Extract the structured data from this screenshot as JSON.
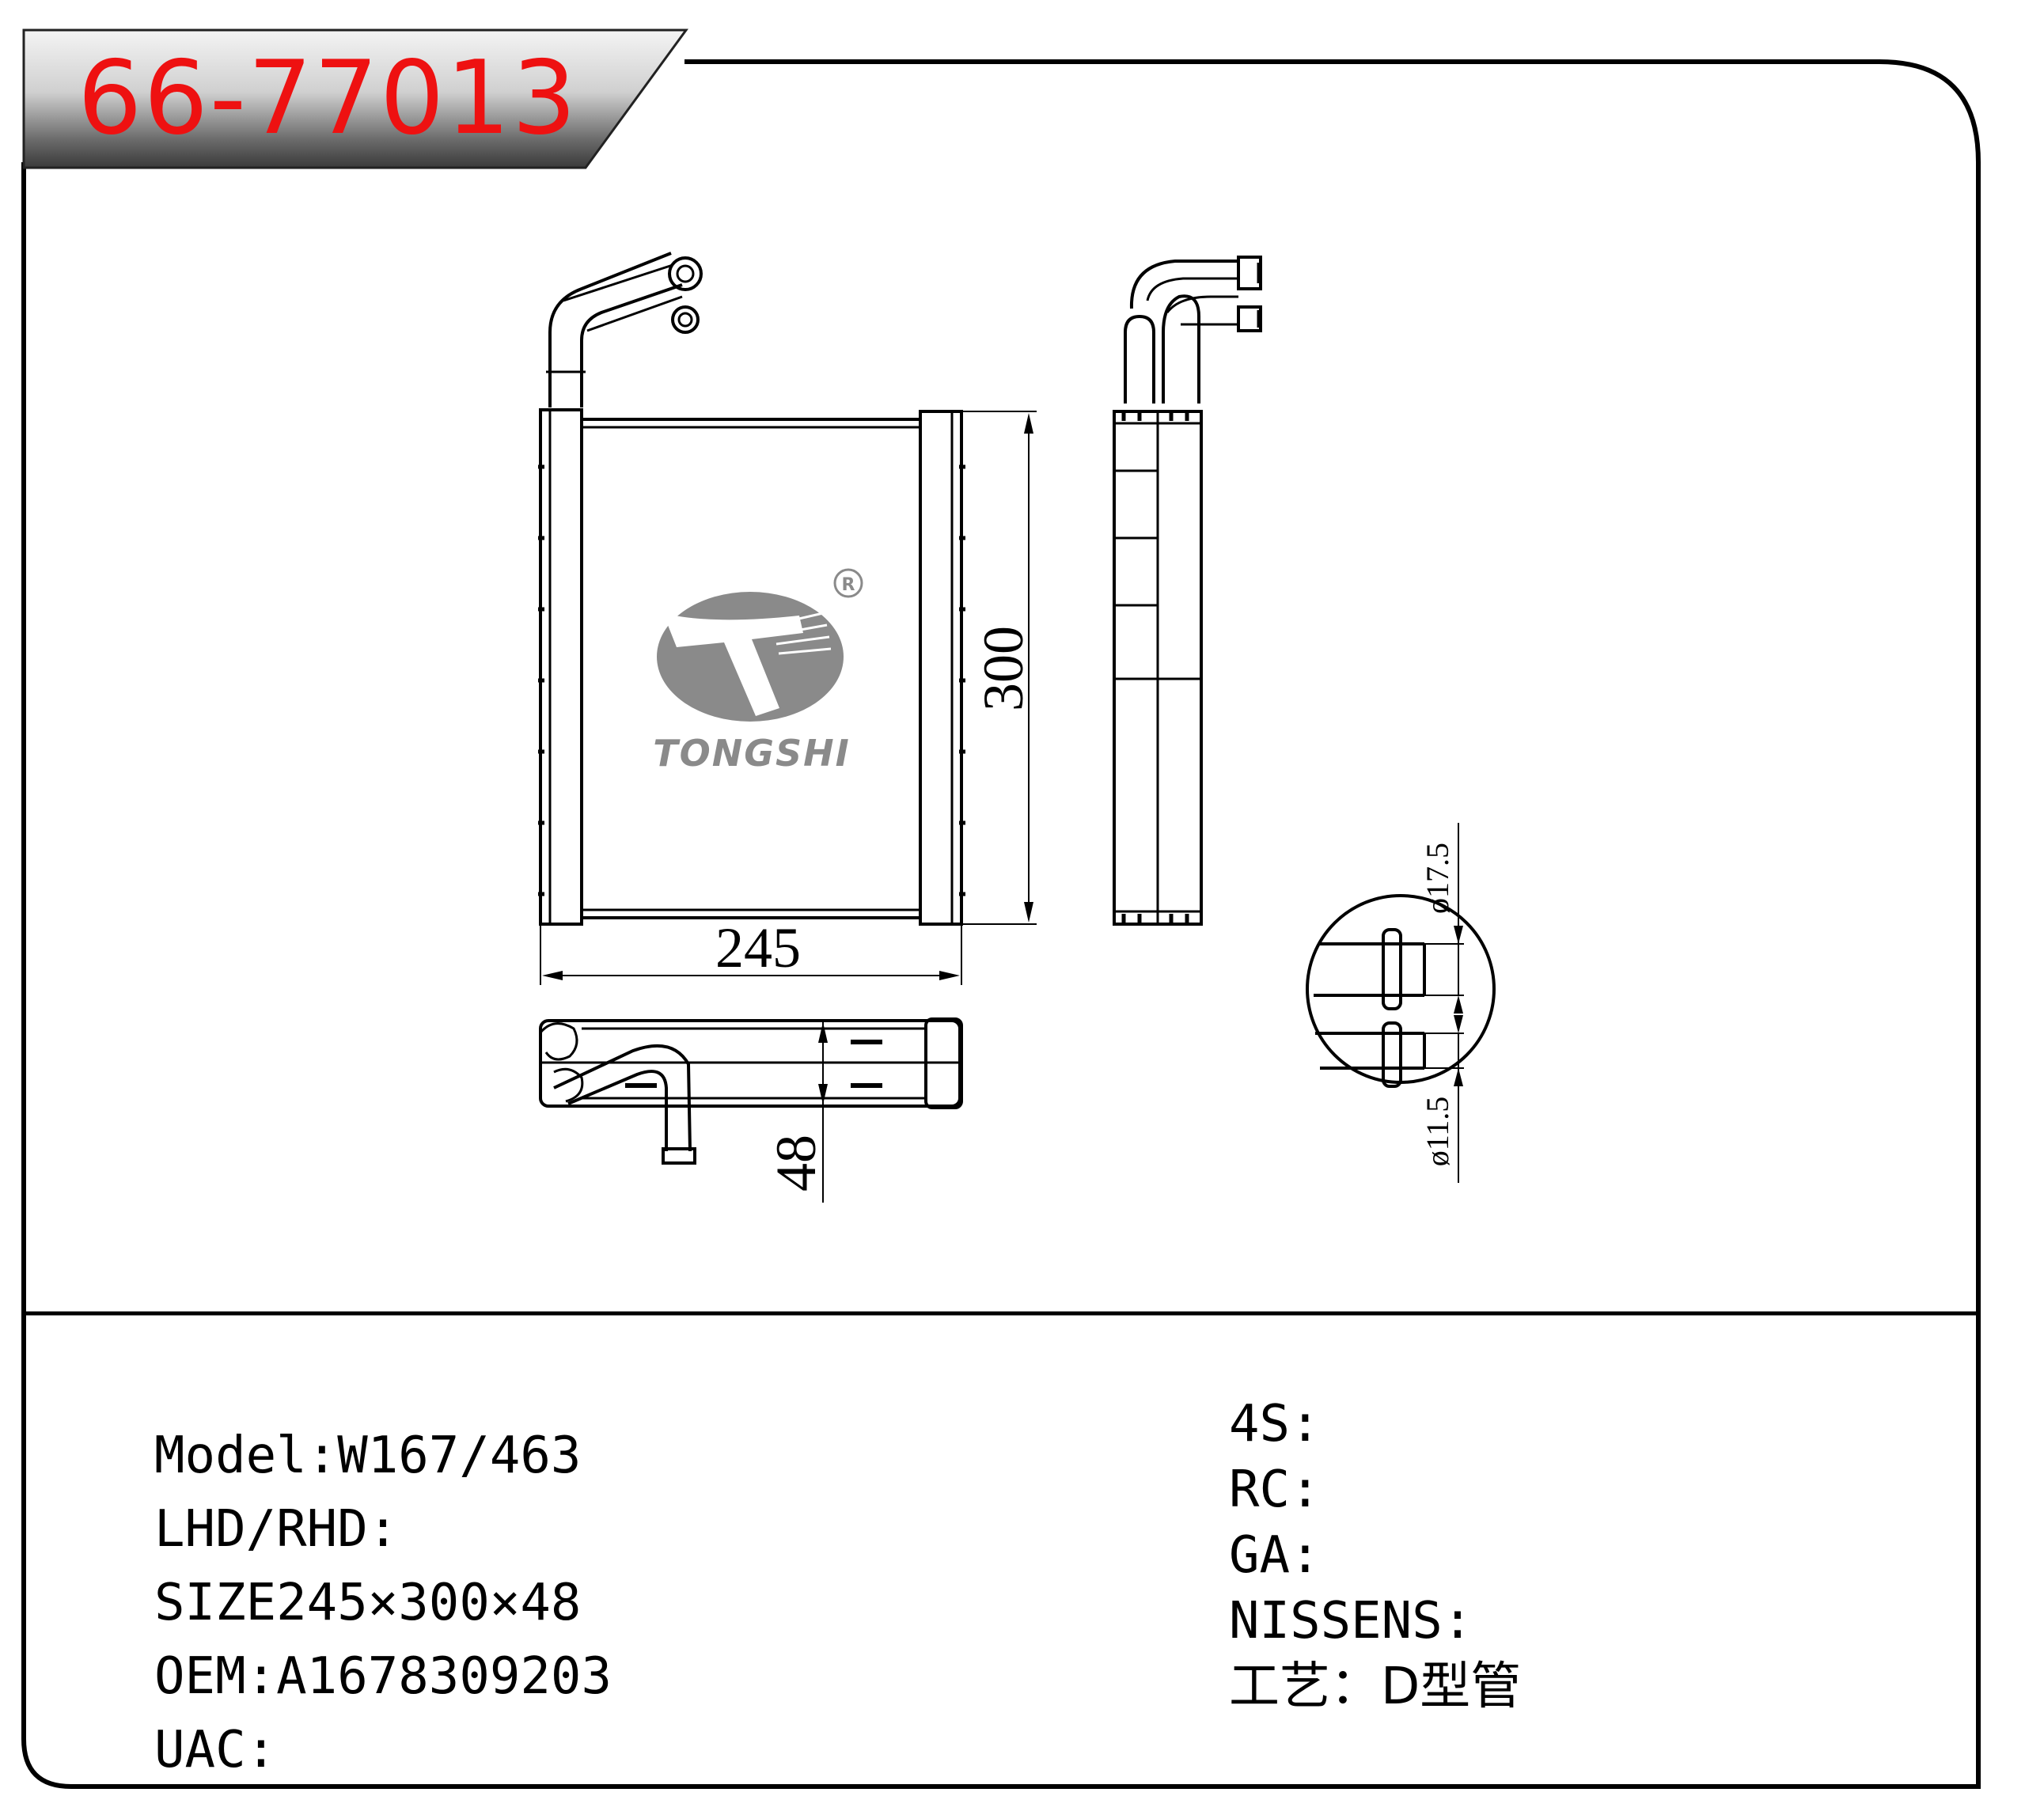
{
  "header": {
    "part_number": "66-77013"
  },
  "drawing": {
    "logo": {
      "brand": "TONGSHI",
      "registered_mark": "R"
    },
    "dimensions": {
      "width": "245",
      "height": "300",
      "depth": "48",
      "inlet_diameter": "ø17.5",
      "outlet_diameter": "ø11.5"
    }
  },
  "specs_left": [
    {
      "label": "Model",
      "separator": ":",
      "value": "W167/463"
    },
    {
      "label": "LHD/RHD",
      "separator": ":",
      "value": ""
    },
    {
      "label": "SIZE",
      "separator": "",
      "value": "245×300×48"
    },
    {
      "label": "OEM",
      "separator": ":",
      "value": "A1678309203"
    },
    {
      "label": "UAC",
      "separator": ":",
      "value": ""
    }
  ],
  "specs_right": [
    {
      "label": "4S",
      "separator": ":",
      "value": ""
    },
    {
      "label": "RC",
      "separator": ":",
      "value": ""
    },
    {
      "label": "GA",
      "separator": ":",
      "value": ""
    },
    {
      "label": "NISSENS",
      "separator": ":",
      "value": ""
    },
    {
      "label": "工艺",
      "separator": "：",
      "value": "D型管"
    }
  ],
  "colors": {
    "part_number": "#ee1111",
    "logo_gray": "#8a8a8a",
    "line": "#000000"
  }
}
